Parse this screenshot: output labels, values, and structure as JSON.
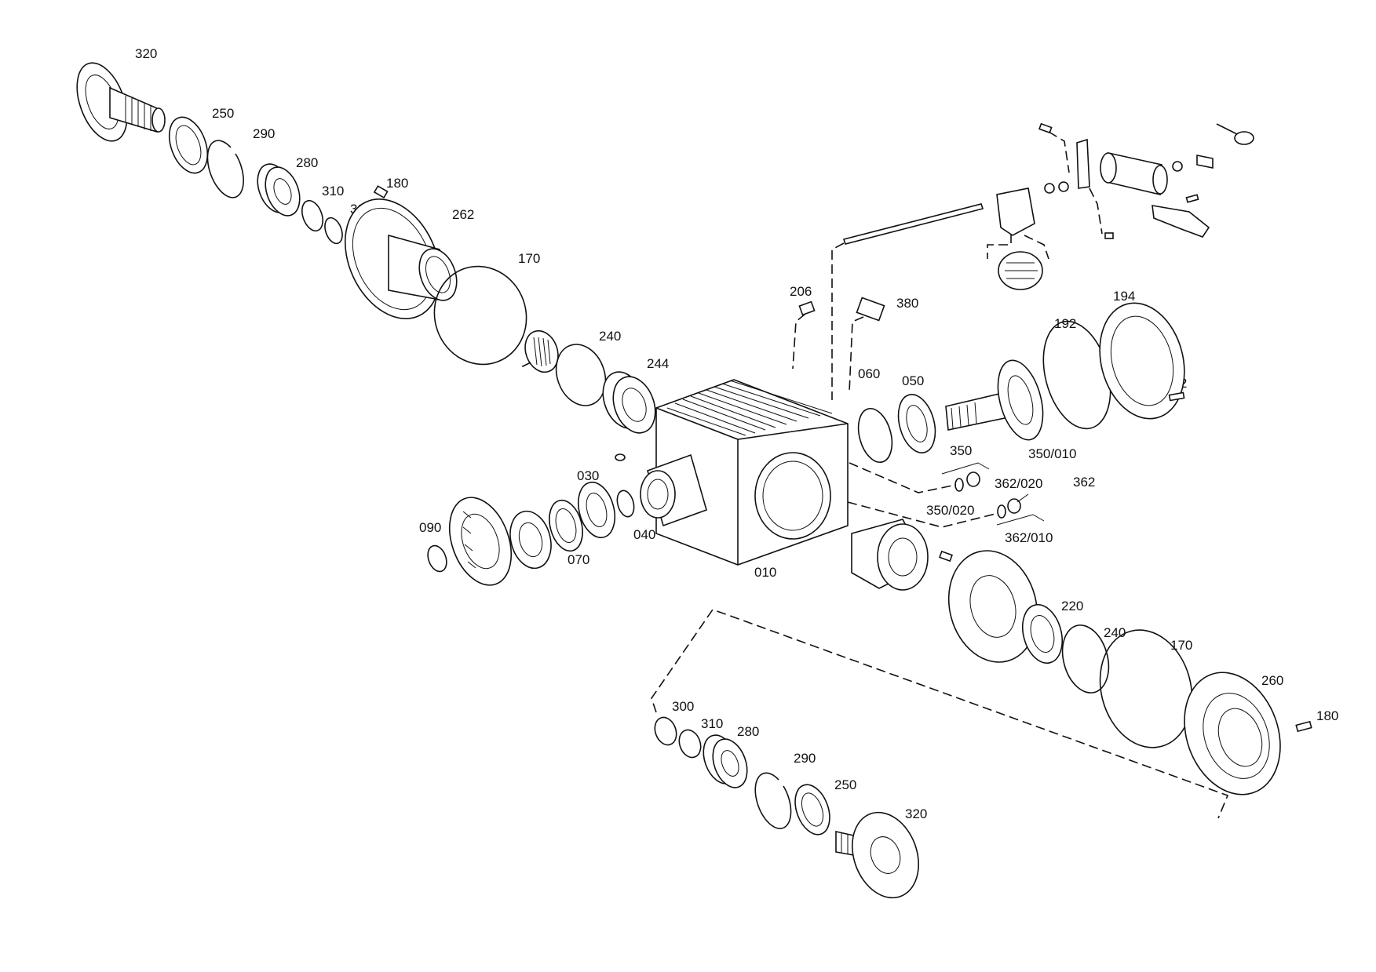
{
  "labels": {
    "l320a": "320",
    "l250a": "250",
    "l290a": "290",
    "l280a": "280",
    "l310a": "310",
    "l180a": "180",
    "l300a": "300",
    "l262": "262",
    "l170a": "170",
    "l240a": "240",
    "l244": "244",
    "l206": "206",
    "l380": "380",
    "l060": "060",
    "l050": "050",
    "l192": "192",
    "l194": "194",
    "l162": "162",
    "l350": "350",
    "l350_010": "350/010",
    "l350_020": "350/020",
    "l362_020": "362/020",
    "l362": "362",
    "l362_010": "362/010",
    "l030": "030",
    "l090": "090",
    "l070": "070",
    "l040": "040",
    "l010": "010",
    "l220": "220",
    "l240b": "240",
    "l170b": "170",
    "l260": "260",
    "l180b": "180",
    "l300b": "300",
    "l310b": "310",
    "l280b": "280",
    "l290b": "290",
    "l250b": "250",
    "l320b": "320"
  }
}
